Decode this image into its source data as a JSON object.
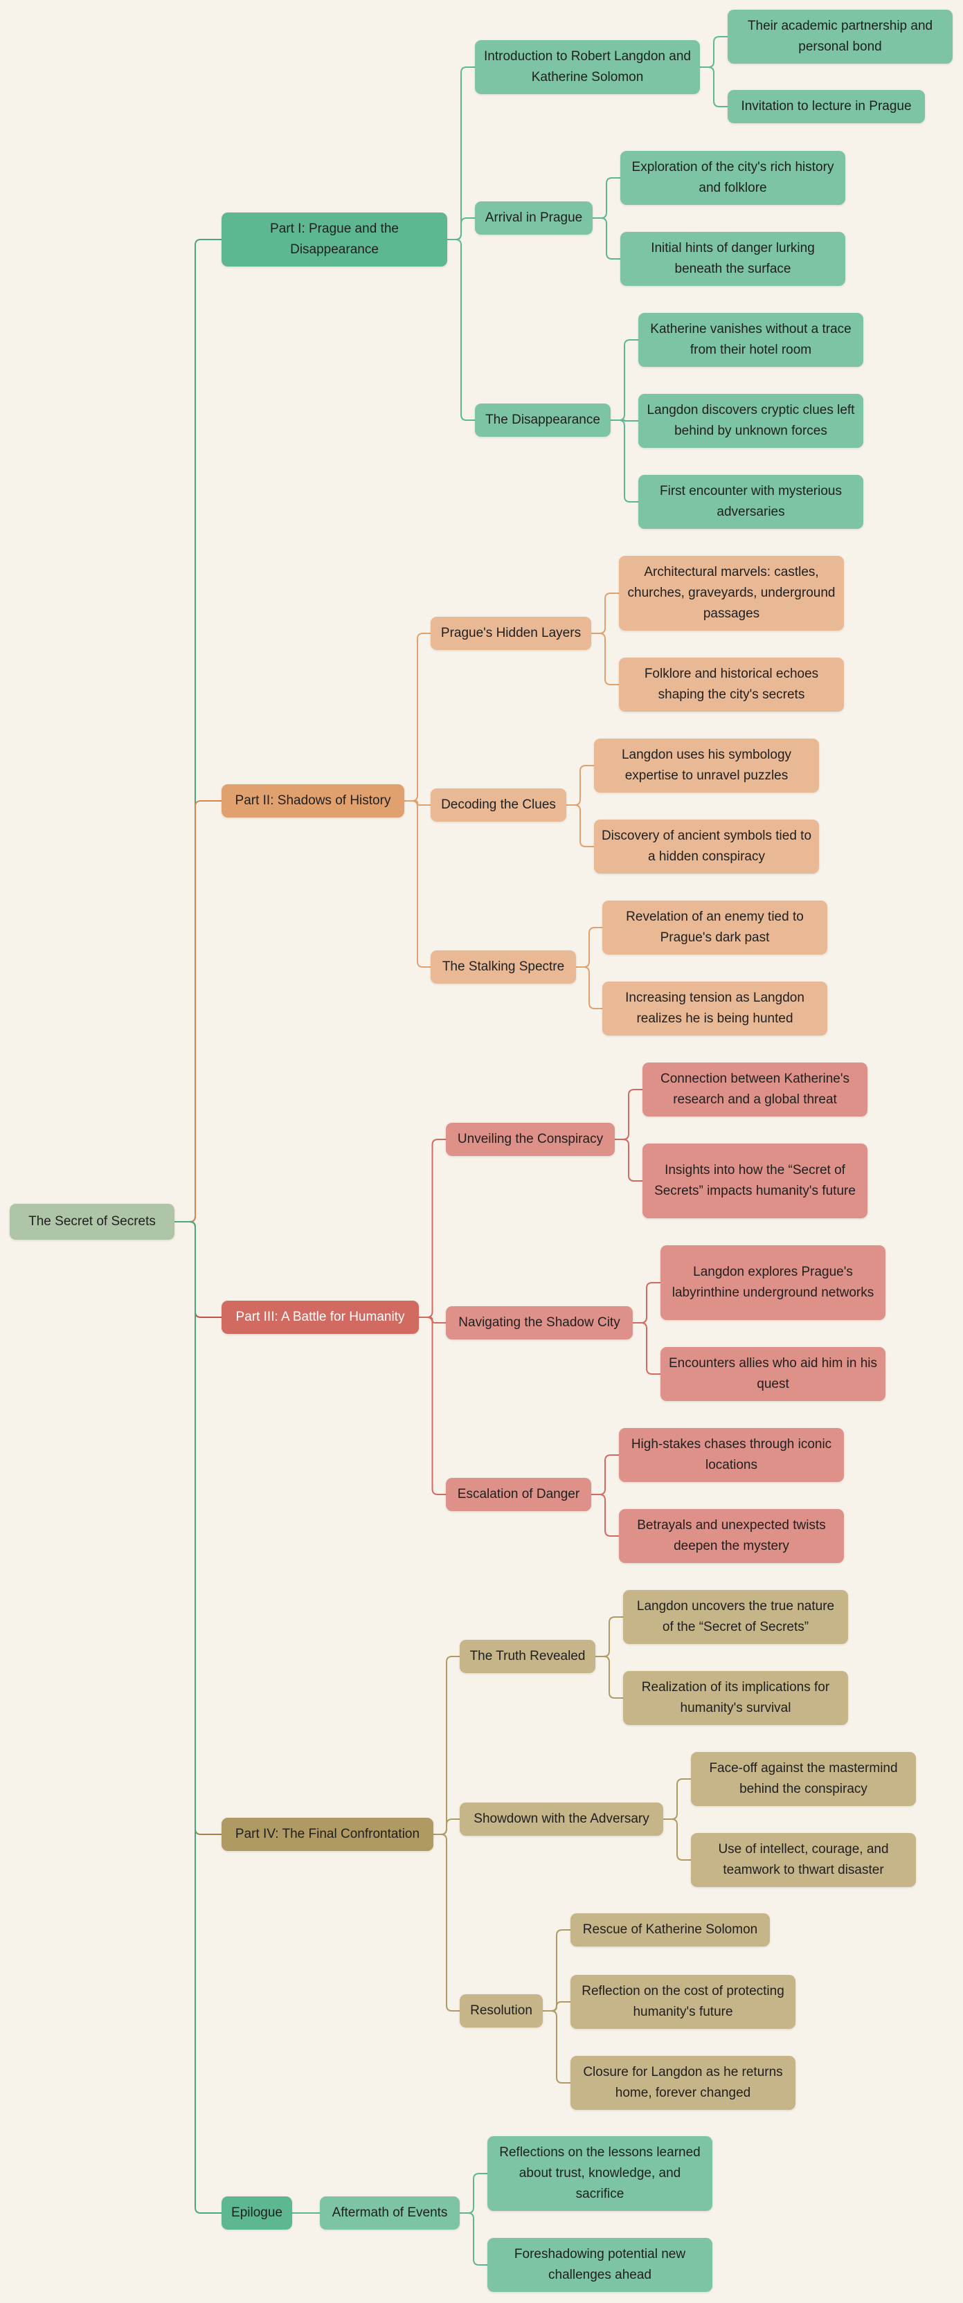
{
  "diagram": {
    "root": "The Secret of Secrets",
    "parts": {
      "p1": {
        "label": "Part I: Prague and the Disappearance",
        "color": "#5db892",
        "children": {
          "intro": {
            "label": "Introduction to Robert Langdon and Katherine Solomon",
            "leaves": [
              "Their academic partnership and personal bond",
              "Invitation to lecture in Prague"
            ]
          },
          "arrival": {
            "label": "Arrival in Prague",
            "leaves": [
              "Exploration of the city's rich history and folklore",
              "Initial hints of danger lurking beneath the surface"
            ]
          },
          "disappearance": {
            "label": "The Disappearance",
            "leaves": [
              "Katherine vanishes without a trace from their hotel room",
              "Langdon discovers cryptic clues left behind by unknown forces",
              "First encounter with mysterious adversaries"
            ]
          }
        }
      },
      "p2": {
        "label": "Part II: Shadows of History",
        "color": "#e0a16e",
        "children": {
          "layers": {
            "label": "Prague's Hidden Layers",
            "leaves": [
              "Architectural marvels: castles, churches, graveyards, underground passages",
              "Folklore and historical echoes shaping the city's secrets"
            ]
          },
          "decoding": {
            "label": "Decoding the Clues",
            "leaves": [
              "Langdon uses his symbology expertise to unravel puzzles",
              "Discovery of ancient symbols tied to a hidden conspiracy"
            ]
          },
          "spectre": {
            "label": "The Stalking Spectre",
            "leaves": [
              "Revelation of an enemy tied to Prague's dark past",
              "Increasing tension as Langdon realizes he is being hunted"
            ]
          }
        }
      },
      "p3": {
        "label": "Part III: A Battle for Humanity",
        "color": "#d16a61",
        "children": {
          "unveiling": {
            "label": "Unveiling the Conspiracy",
            "leaves": [
              "Connection between Katherine's research and a global threat",
              "Insights into how the “Secret of Secrets” impacts humanity's future"
            ]
          },
          "navigating": {
            "label": "Navigating the Shadow City",
            "leaves": [
              "Langdon explores Prague's labyrinthine underground networks",
              "Encounters allies who aid him in his quest"
            ]
          },
          "escalation": {
            "label": "Escalation of Danger",
            "leaves": [
              "High-stakes chases through iconic locations",
              "Betrayals and unexpected twists deepen the mystery"
            ]
          }
        }
      },
      "p4": {
        "label": "Part IV: The Final Confrontation",
        "color": "#b09a64",
        "children": {
          "truth": {
            "label": "The Truth Revealed",
            "leaves": [
              "Langdon uncovers the true nature of the “Secret of Secrets”",
              "Realization of its implications for humanity's survival"
            ]
          },
          "showdown": {
            "label": "Showdown with the Adversary",
            "leaves": [
              "Face-off against the mastermind behind the conspiracy",
              "Use of intellect, courage, and teamwork to thwart disaster"
            ]
          },
          "resolution": {
            "label": "Resolution",
            "leaves": [
              "Rescue of Katherine Solomon",
              "Reflection on the cost of protecting humanity's future",
              "Closure for Langdon as he returns home, forever changed"
            ]
          }
        }
      },
      "p5": {
        "label": "Epilogue",
        "color": "#5db892",
        "children": {
          "aftermath": {
            "label": "Aftermath of Events",
            "leaves": [
              "Reflections on the lessons learned about trust, knowledge, and sacrifice",
              "Foreshadowing potential new challenges ahead"
            ]
          }
        }
      }
    }
  }
}
